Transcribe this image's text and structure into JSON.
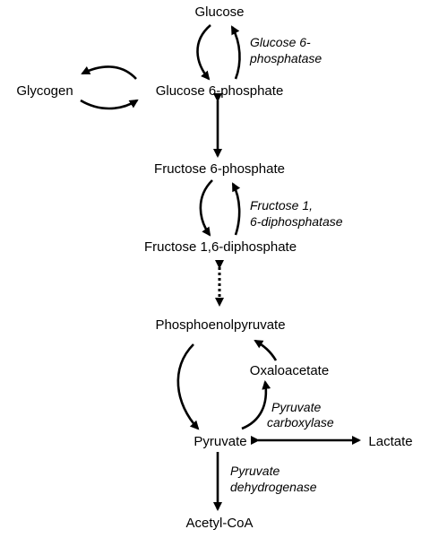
{
  "colors": {
    "ink": "#000000",
    "background": "#ffffff"
  },
  "metabolites": {
    "glucose": "Glucose",
    "glycogen": "Glycogen",
    "glucose_6_phosphate": "Glucose 6-phosphate",
    "fructose_6_phosphate": "Fructose 6-phosphate",
    "fructose_1_6_diphosphate": "Fructose 1,6-diphosphate",
    "phosphoenolpyruvate": "Phosphoenolpyruvate",
    "oxaloacetate": "Oxaloacetate",
    "pyruvate": "Pyruvate",
    "lactate": "Lactate",
    "acetyl_coa": "Acetyl-CoA"
  },
  "enzymes": {
    "glucose_6_phosphatase": [
      "Glucose 6-",
      "phosphatase"
    ],
    "fructose_1_6_diphosphatase": [
      "Fructose 1,",
      "6-diphosphatase"
    ],
    "pyruvate_carboxylase": [
      "Pyruvate",
      "carboxylase"
    ],
    "pyruvate_dehydrogenase": [
      "Pyruvate",
      "dehydrogenase"
    ]
  }
}
